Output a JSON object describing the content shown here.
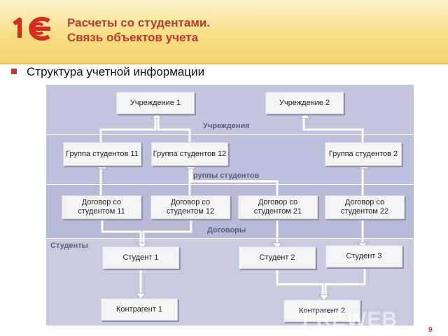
{
  "slide": {
    "title_line1": "Расчеты со студентами.",
    "title_line2": "Связь объектов учета",
    "subtitle": "Структура учетной информации",
    "page_number": "9",
    "watermark": "FREWEB"
  },
  "bands": {
    "institutions": "Учреждения",
    "groups": "Группы студентов",
    "contracts": "Договоры",
    "students": "Студенты"
  },
  "nodes": {
    "inst1": "Учреждение 1",
    "inst2": "Учреждение 2",
    "group11": "Группа студентов 11",
    "group12": "Группа студентов 12",
    "group2": "Группа студентов 2",
    "contract11": "Договор со студентом 11",
    "contract12": "Договор со студентом 12",
    "contract21": "Договор со студентом 21",
    "contract22": "Договор со студентом 22",
    "student1": "Студент 1",
    "student2": "Студент 2",
    "student3": "Студент 3",
    "contractor1": "Контрагент 1",
    "contractor2": "Контрагент 2"
  },
  "colors": {
    "title": "#c0392b",
    "band_institutions": "#c4c6df",
    "band_groups": "#bdc0dc",
    "band_contracts": "#b7bad7",
    "band_students": "#c8cae0"
  }
}
